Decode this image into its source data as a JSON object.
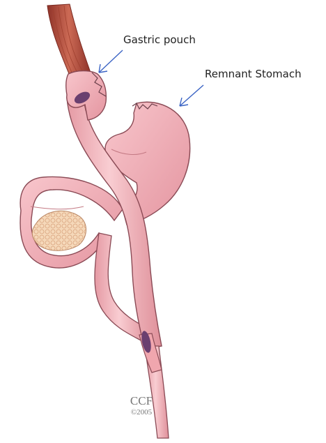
{
  "labels": {
    "gastric_pouch": "Gastric pouch",
    "remnant_stomach": "Remnant Stomach"
  },
  "credit": {
    "org": "CCF",
    "year": "©2005"
  },
  "colors": {
    "tissue": "#f3b2b8",
    "tissue_dark": "#d98a93",
    "outline": "#8a4a55",
    "esophagus": "#b84a3e",
    "pancreas": "#f4d3b0",
    "staple": "#6a3f6f",
    "arrow": "#3a63c4"
  }
}
